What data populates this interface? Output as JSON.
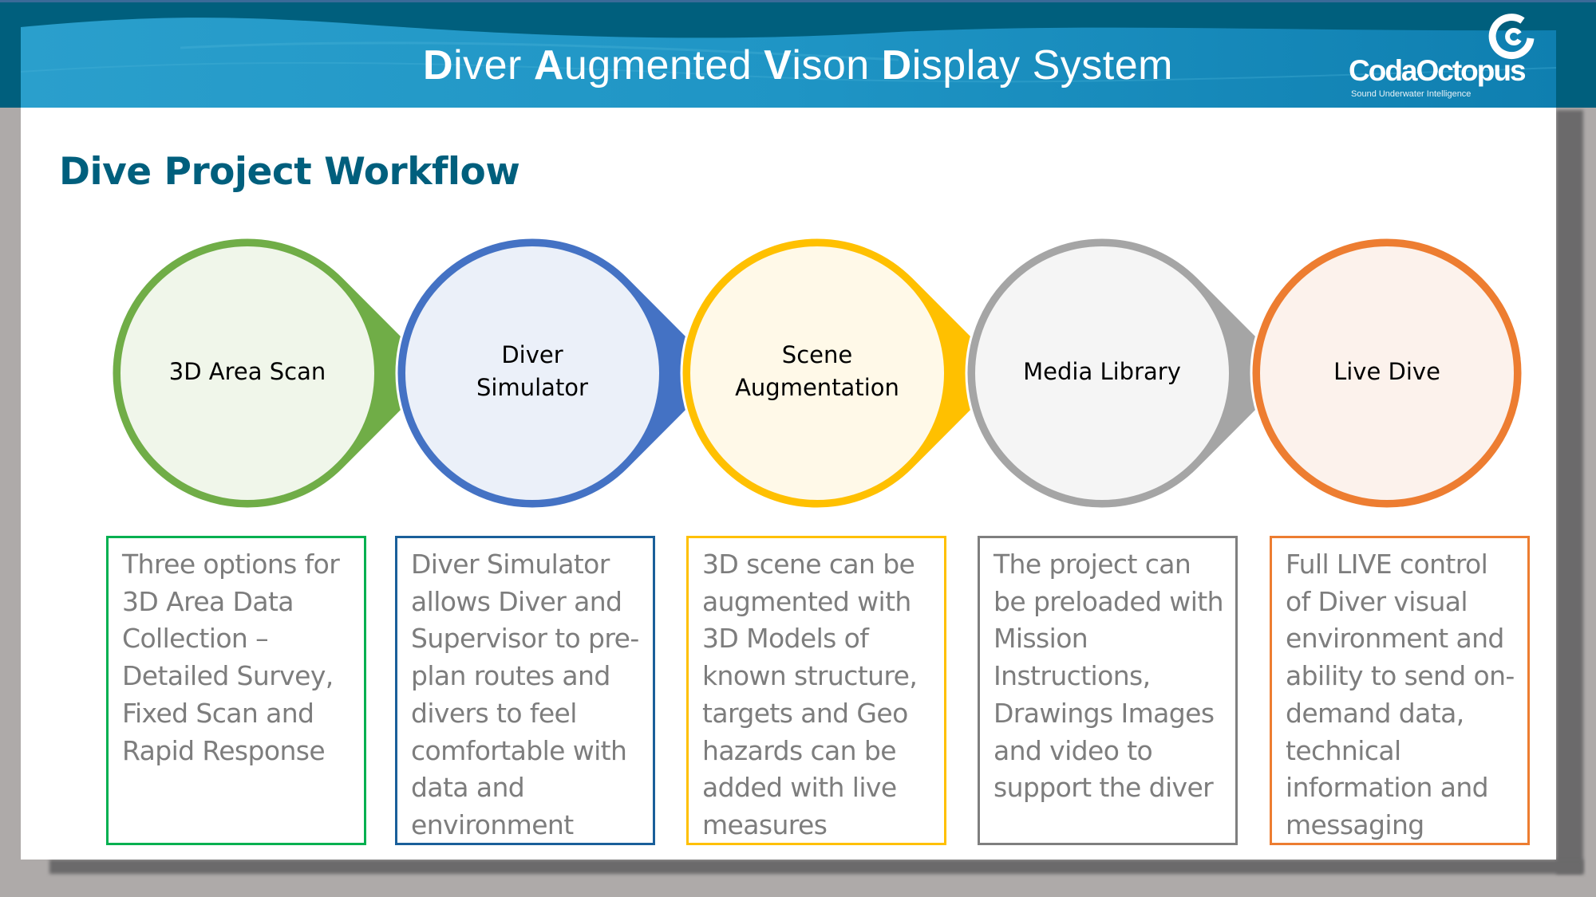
{
  "header": {
    "title_parts": [
      {
        "bold": "D",
        "rest": "iver "
      },
      {
        "bold": "A",
        "rest": "ugmented "
      },
      {
        "bold": "V",
        "rest": "ison "
      },
      {
        "bold": "D",
        "rest": "isplay System"
      }
    ],
    "logo_icon": "coda-swirl-icon",
    "logo_name": "CodaOctopus",
    "logo_tagline": "Sound Underwater Intelligence",
    "colors": {
      "band": "#005f7d",
      "wave": "#1a9ac8"
    }
  },
  "page_title": "Dive Project Workflow",
  "steps": [
    {
      "label_lines": [
        "3D Area Scan"
      ],
      "stroke": "#70ad47",
      "fill": "#f0f6ea",
      "box_border": "#00b050",
      "description": "Three options for 3D Area Data Collection – Detailed Survey, Fixed Scan and Rapid Response"
    },
    {
      "label_lines": [
        "Diver",
        "Simulator"
      ],
      "stroke": "#4472c4",
      "fill": "#ebf0f9",
      "box_border": "#1a5f9a",
      "description": "Diver Simulator allows Diver and Supervisor to pre-plan routes and divers to feel comfortable with data and environment"
    },
    {
      "label_lines": [
        "Scene",
        "Augmentation"
      ],
      "stroke": "#ffc000",
      "fill": "#fff9e8",
      "box_border": "#ffc000",
      "description": "3D scene can be augmented with 3D Models of known structure, targets and Geo hazards can be added with live measures"
    },
    {
      "label_lines": [
        "Media Library"
      ],
      "stroke": "#a5a5a5",
      "fill": "#f5f5f5",
      "box_border": "#7f7f7f",
      "description": "The project can be preloaded with Mission Instructions, Drawings Images and video to support the diver"
    },
    {
      "label_lines": [
        "Live Dive"
      ],
      "stroke": "#ed7d31",
      "fill": "#fcf2ec",
      "box_border": "#ed7d31",
      "description": "Full LIVE control of Diver visual environment and ability to send on-demand data, technical information and messaging"
    }
  ]
}
